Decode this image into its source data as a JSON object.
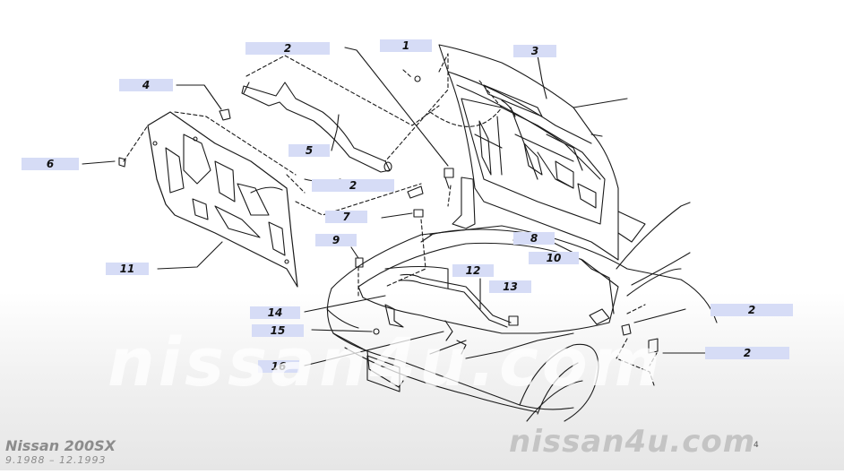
{
  "footer": {
    "model": "Nissan 200SX",
    "period": "9.1988 – 12.1993",
    "watermark": "nissan4u.com",
    "brand": "nissan4u.com",
    "page_mark": "4"
  },
  "callouts": [
    {
      "id": "c1",
      "label": "1"
    },
    {
      "id": "c2a",
      "label": "2"
    },
    {
      "id": "c3",
      "label": "3"
    },
    {
      "id": "c4",
      "label": "4"
    },
    {
      "id": "c5",
      "label": "5"
    },
    {
      "id": "c6",
      "label": "6"
    },
    {
      "id": "c2b",
      "label": "2"
    },
    {
      "id": "c7",
      "label": "7"
    },
    {
      "id": "c9",
      "label": "9"
    },
    {
      "id": "c8",
      "label": "8"
    },
    {
      "id": "c10",
      "label": "10"
    },
    {
      "id": "c11",
      "label": "11"
    },
    {
      "id": "c12",
      "label": "12"
    },
    {
      "id": "c13",
      "label": "13"
    },
    {
      "id": "c14",
      "label": "14"
    },
    {
      "id": "c15",
      "label": "15"
    },
    {
      "id": "c16",
      "label": "16"
    },
    {
      "id": "c2c",
      "label": "2"
    },
    {
      "id": "c2d",
      "label": "2"
    }
  ],
  "colors": {
    "callout_bg": "#d6dcf6",
    "line": "#1a1a1a",
    "watermark_text": "#c4c4c4"
  }
}
